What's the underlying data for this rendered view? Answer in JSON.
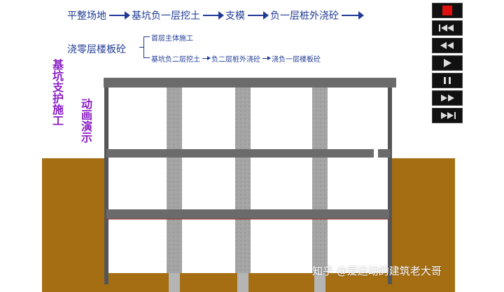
{
  "flow": {
    "main_steps": [
      "平整场地",
      "基坑负一层挖土",
      "支模",
      "负一层桩外浇砼"
    ],
    "branch_root": "浇零层楼板砼",
    "branch_a": "首层主体施工",
    "branch_b_steps": [
      "基坑负二层挖土",
      "负二层桩外浇砼",
      "浇负一层楼板砼"
    ]
  },
  "titles": {
    "main": "基坑支护施工",
    "sub": "动画演示"
  },
  "watermark": "知乎 @爱运动的建筑老大哥",
  "controls": [
    {
      "name": "stop",
      "icon": "stop-icon"
    },
    {
      "name": "first",
      "icon": "skip-to-start-icon"
    },
    {
      "name": "rewind",
      "icon": "rewind-icon"
    },
    {
      "name": "play",
      "icon": "play-icon"
    },
    {
      "name": "pause",
      "icon": "pause-icon"
    },
    {
      "name": "forward",
      "icon": "fast-forward-icon"
    },
    {
      "name": "last",
      "icon": "skip-to-end-icon"
    }
  ],
  "colors": {
    "text": "#1f3a93",
    "title": "#8b1fc6",
    "soil": "#a66e12",
    "slab": "#6b6b6b",
    "pile": "#a9a9a9",
    "stop_red": "#e01010"
  }
}
